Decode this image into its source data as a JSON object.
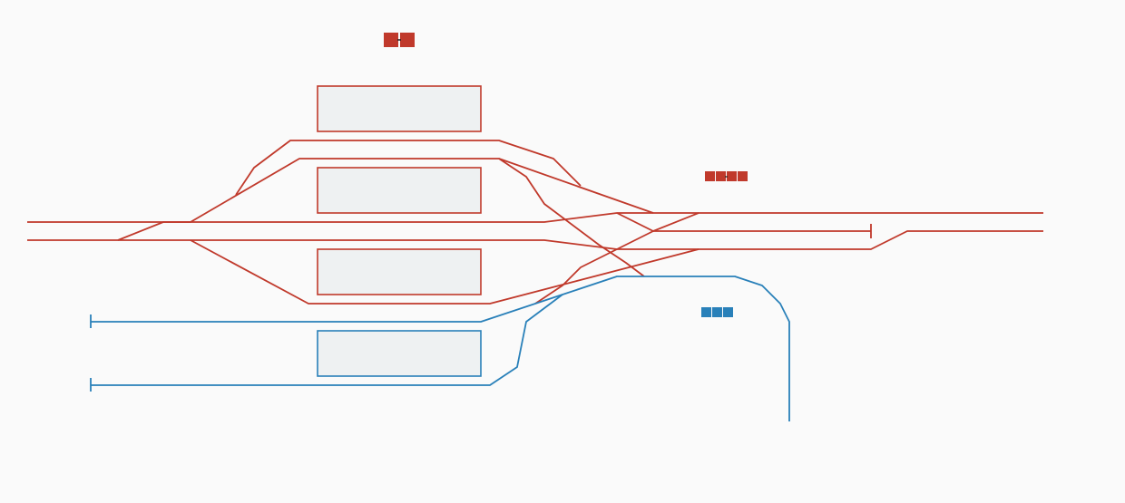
{
  "colors": {
    "background": "#fafafa",
    "line_red": "#c0392b",
    "line_blue": "#2980b9",
    "platform_fill": "#eef1f2"
  },
  "train_icons": [
    {
      "name": "train-icon-red-2-car",
      "color": "#c0392b",
      "cars": 2
    },
    {
      "name": "train-icon-red-4-car",
      "color": "#c0392b",
      "cars": 4
    },
    {
      "name": "train-icon-blue-3-car",
      "color": "#2980b9",
      "cars": 3
    }
  ],
  "platforms": [
    {
      "name": "platform-1",
      "line": "red"
    },
    {
      "name": "platform-2",
      "line": "red"
    },
    {
      "name": "platform-3",
      "line": "red"
    },
    {
      "name": "platform-4",
      "line": "blue"
    }
  ]
}
